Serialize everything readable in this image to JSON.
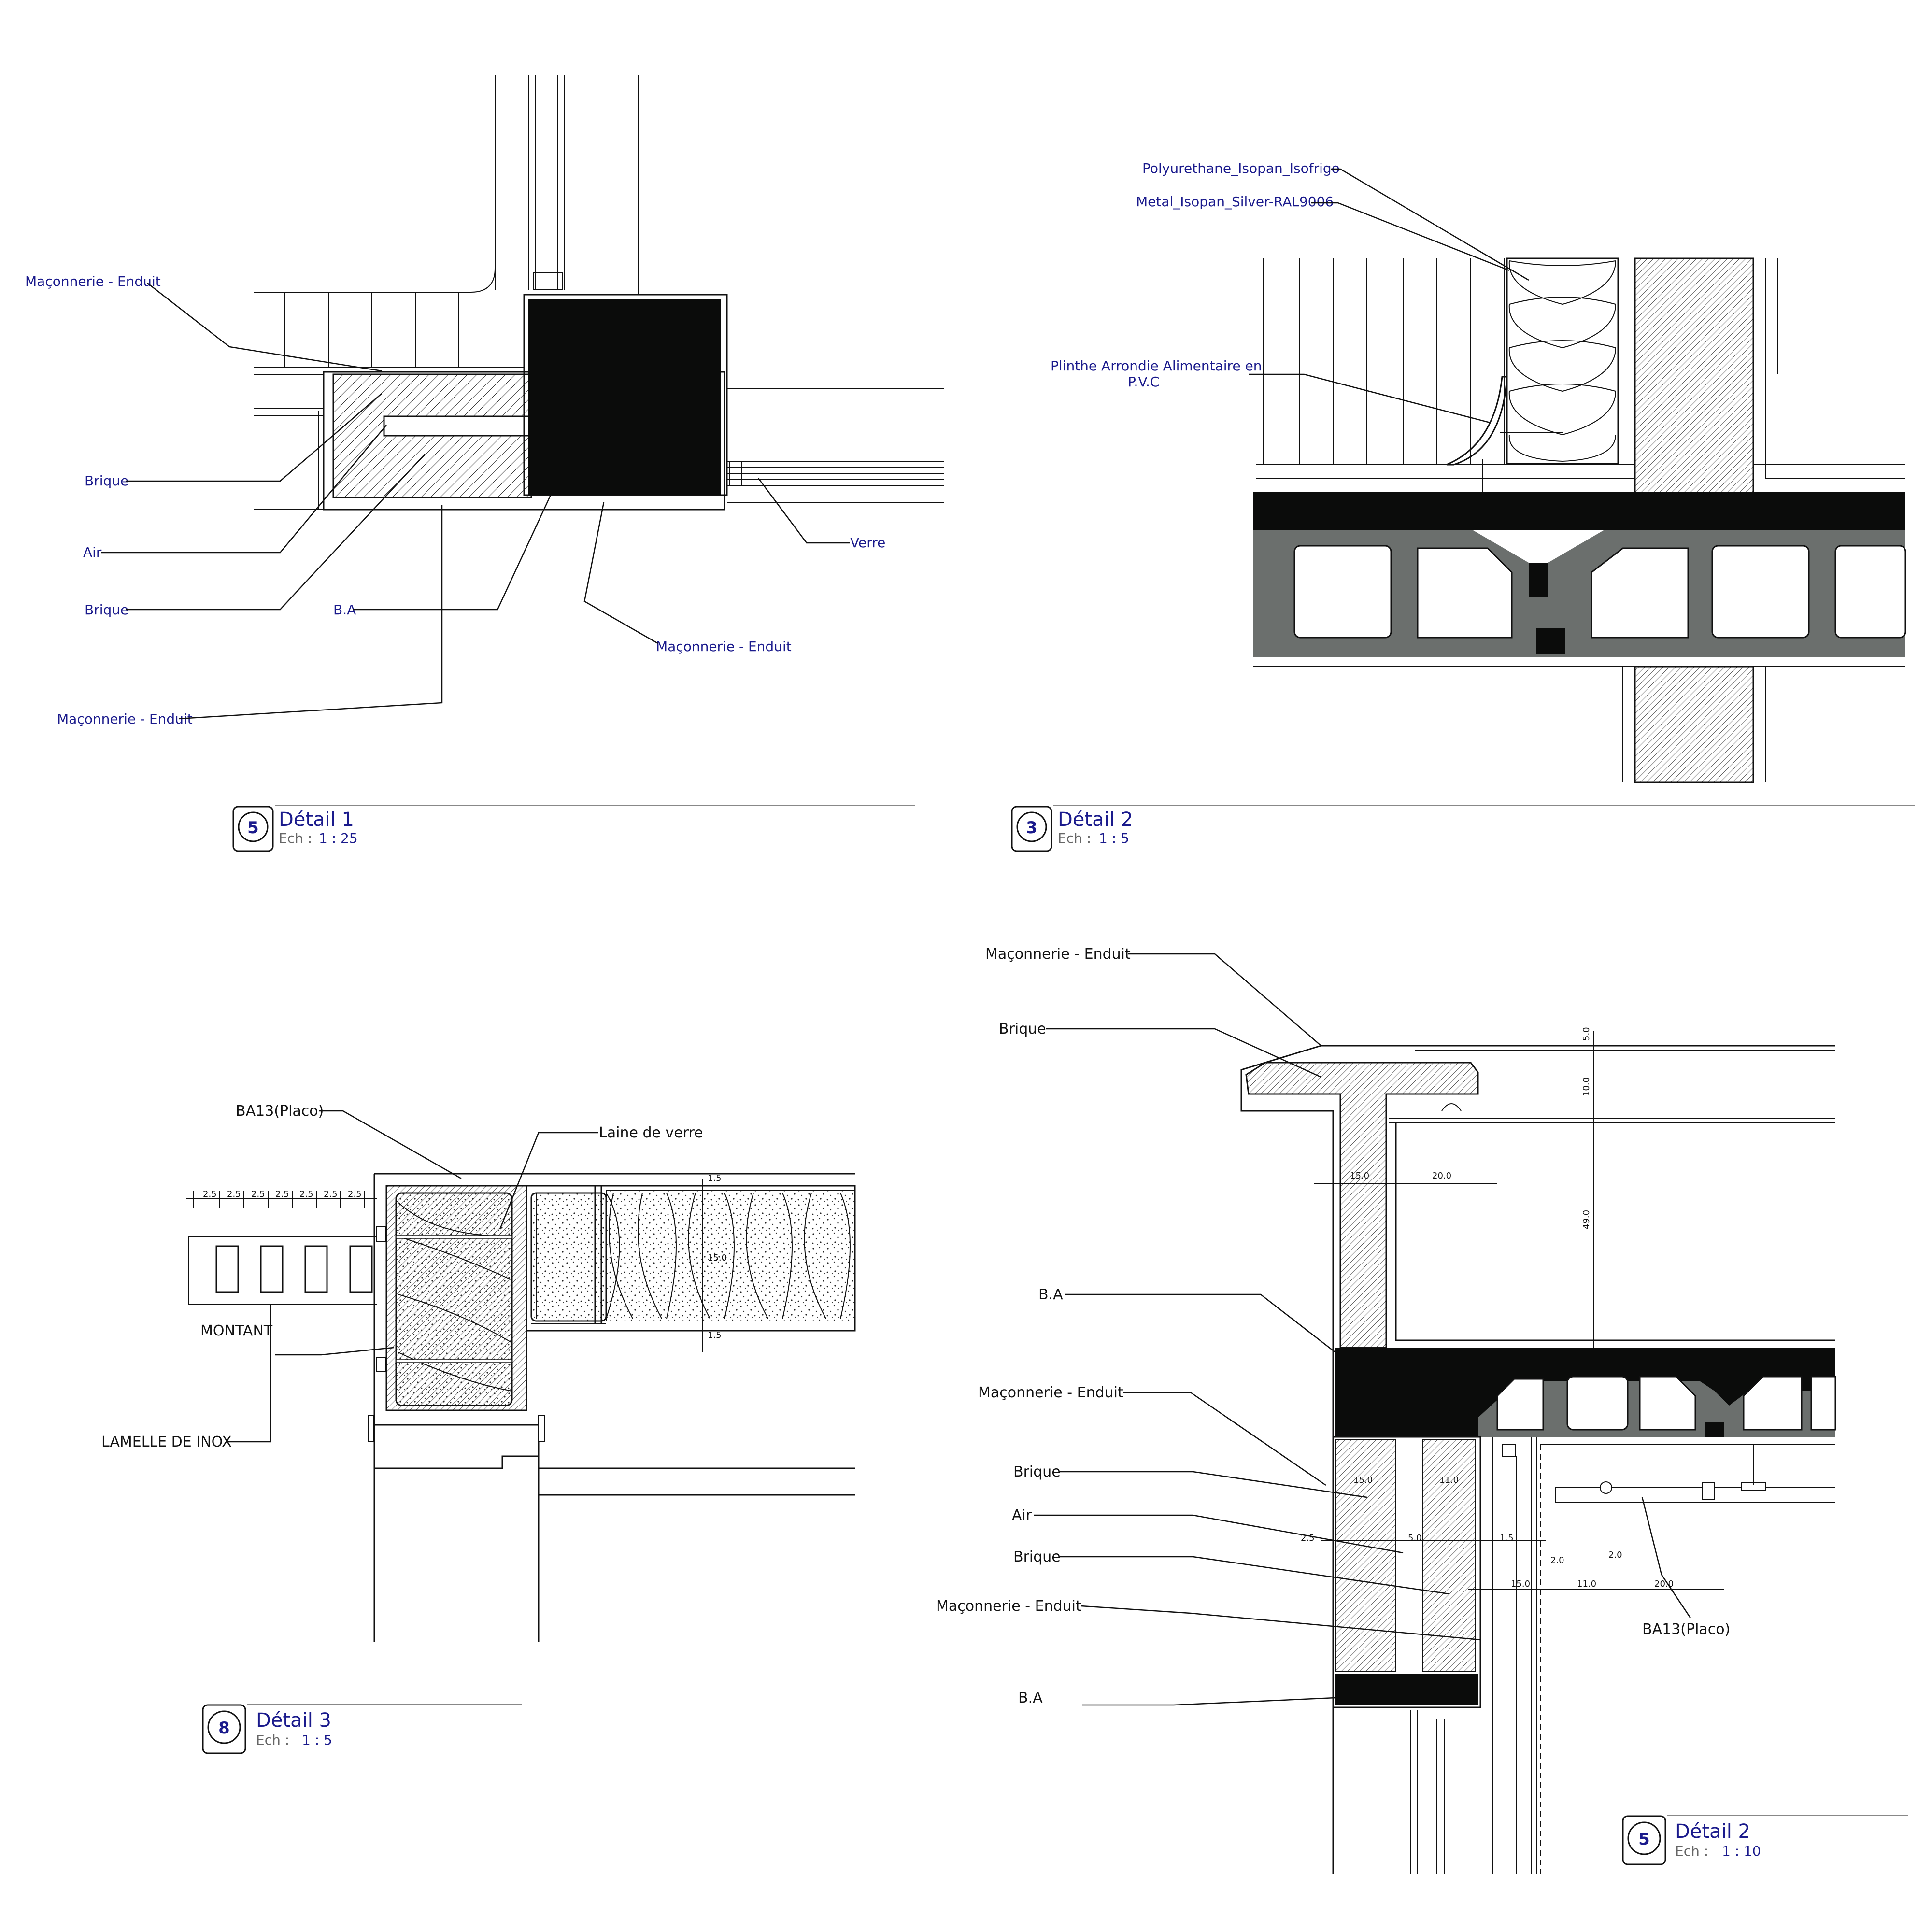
{
  "colors": {
    "label_blue": "#1a1a8c",
    "concrete_black": "#0b0c0b",
    "slab_grey": "#6b6f6d",
    "line": "#111111"
  },
  "detail1": {
    "title": "Détail 1",
    "scale_label": "Ech :",
    "scale_value": "1 : 25",
    "number": "5",
    "labels": {
      "maconnerie_top": "Maçonnerie - Enduit",
      "brique1": "Brique",
      "air": "Air",
      "brique2": "Brique",
      "ba": "B.A",
      "maconnerie_right": "Maçonnerie - Enduit",
      "maconnerie_bottom": "Maçonnerie - Enduit",
      "verre": "Verre"
    }
  },
  "detail2a": {
    "title": "Détail 2",
    "scale_label": "Ech :",
    "scale_value": "1 : 5",
    "number": "3",
    "labels": {
      "polyurethane": "Polyurethane_Isopan_Isofrigo",
      "metal": "Metal_Isopan_Silver-RAL9006",
      "plinthe_1": "Plinthe Arrondie Alimentaire en",
      "plinthe_2": "P.V.C"
    }
  },
  "detail3": {
    "title": "Détail 3",
    "scale_label": "Ech :",
    "scale_value": "1 : 5",
    "number": "8",
    "labels": {
      "ba13": "BA13(Placo)",
      "laine": "Laine de verre",
      "montant": "MONTANT",
      "lamelle": "LAMELLE DE INOX"
    },
    "dims": {
      "d25": "2.5",
      "d15": "1.5",
      "d150": "15.0"
    }
  },
  "detail2b": {
    "title": "Détail 2",
    "scale_label": "Ech :",
    "scale_value": "1 : 10",
    "number": "5",
    "labels": {
      "maconnerie1": "Maçonnerie - Enduit",
      "brique1": "Brique",
      "ba1": "B.A",
      "maconnerie2": "Maçonnerie - Enduit",
      "brique2": "Brique",
      "air": "Air",
      "brique3": "Brique",
      "maconnerie3": "Maçonnerie - Enduit",
      "ba2": "B.A",
      "ba13": "BA13(Placo)"
    },
    "dims": {
      "d50": "5.0",
      "d100": "10.0",
      "d490": "49.0",
      "d150": "15.0",
      "d200": "20.0",
      "d110": "11.0",
      "d25": "2.5",
      "d15": "1.5",
      "d20": "2.0"
    }
  }
}
